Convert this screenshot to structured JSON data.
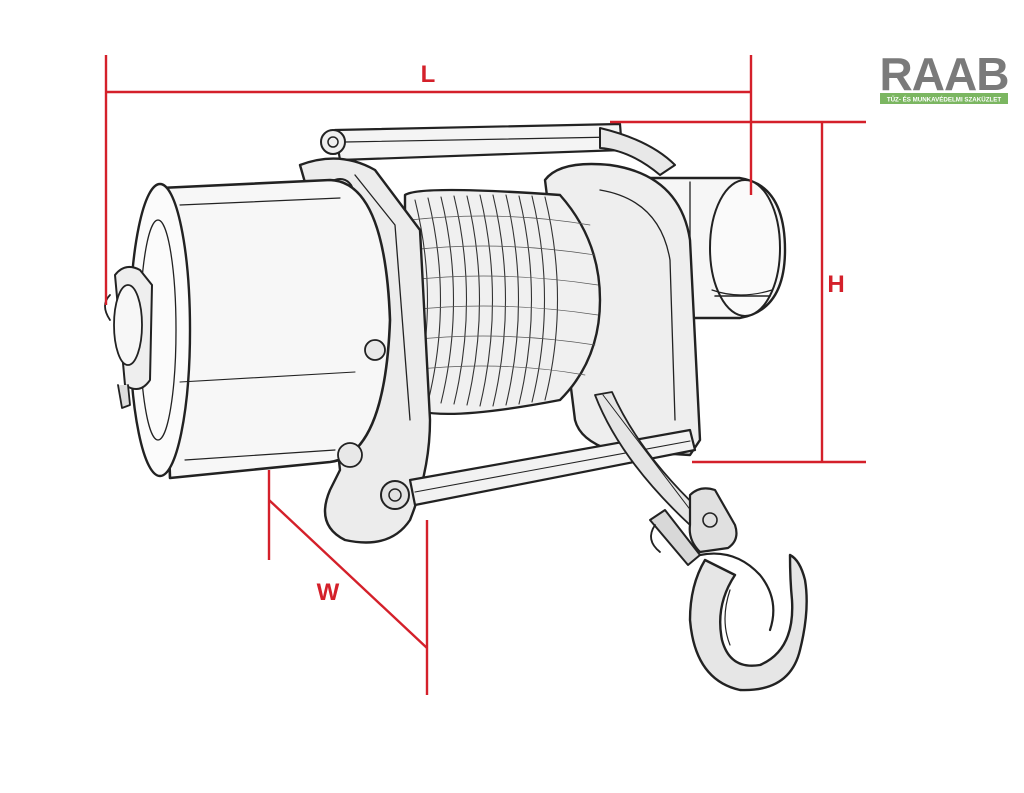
{
  "diagram": {
    "labels": {
      "length": "L",
      "height": "H",
      "width": "W"
    },
    "dimension_color": "#d4202a",
    "drawing_color": "#222222"
  },
  "logo": {
    "brand": "RAAB",
    "tagline": "TŰZ- ÉS MUNKAVÉDELMI SZAKÜZLET",
    "text_color": "#7a7a7a",
    "bar_color": "#7bb661"
  }
}
